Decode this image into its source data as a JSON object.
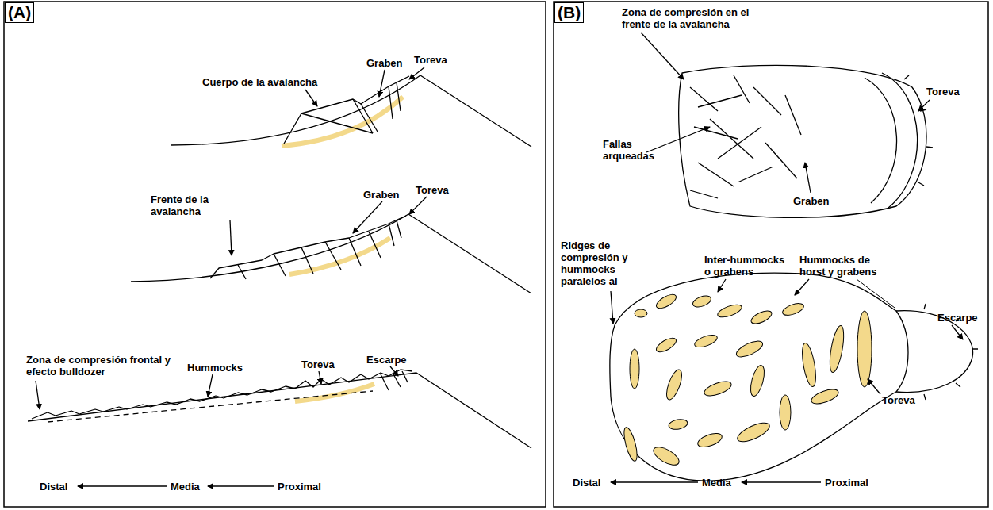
{
  "diagram": {
    "nodes": [
      {
        "text": [
          "(A)"
        ]
      },
      {
        "text": [
          "(B)"
        ]
      }
    ],
    "labels": [
      "Cuerpo de la avalancha",
      "Graben",
      "Toreva",
      "Frente de la avalancha",
      "Graben",
      "Toreva",
      "Zona de compresión frontal y efecto bulldozer",
      "Hummocks",
      "Toreva",
      "Escarpe",
      "Distal",
      "Media",
      "Proximal",
      "Zona de compresión en el frente de la avalancha",
      "Fallas arqueadas",
      "Graben",
      "Toreva",
      "Ridges de compresión y hummocks paralelos al",
      "Inter-hummocks o grabens",
      "Hummocks de horst y grabens",
      "Escarpe",
      "Toreva",
      "Distal",
      "Media",
      "Proximal"
    ]
  }
}
